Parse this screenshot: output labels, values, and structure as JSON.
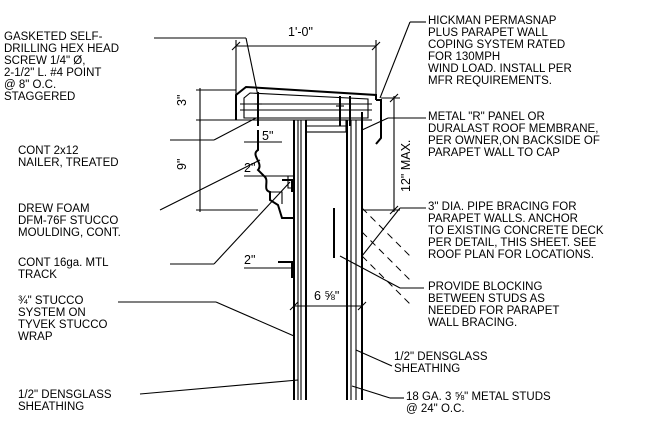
{
  "notes": {
    "screw": [
      "GASKETED SELF-",
      "DRILLING HEX HEAD",
      "SCREW 1/4\" Ø,",
      "2-1/2\" L. #4 POINT",
      "@ 8\" O.C.",
      "STAGGERED"
    ],
    "nailer": [
      "CONT 2x12",
      "NAILER, TREATED"
    ],
    "foam": [
      "DREW FOAM",
      "DFM-76F STUCCO",
      "MOULDING, CONT."
    ],
    "track": [
      "CONT 16ga. MTL",
      "TRACK"
    ],
    "stucco": [
      "¾\" STUCCO",
      "SYSTEM ON",
      "TYVEK STUCCO",
      "WRAP"
    ],
    "densglass_left": [
      "1/2\" DENSGLASS",
      "SHEATHING"
    ],
    "coping": [
      "HICKMAN PERMASNAP",
      "PLUS PARAPET WALL",
      "COPING SYSTEM RATED",
      "FOR 130MPH",
      "WIND LOAD. INSTALL PER",
      "MFR REQUIREMENTS."
    ],
    "panel": [
      "METAL \"R\" PANEL OR",
      "DURALAST ROOF MEMBRANE,",
      "PER OWNER,ON BACKSIDE OF",
      "PARAPET WALL TO CAP"
    ],
    "pipe": [
      "3\" DIA. PIPE BRACING FOR",
      "PARAPET WALLS. ANCHOR",
      "TO EXISTING CONCRETE DECK",
      "PER DETAIL, THIS SHEET. SEE",
      "ROOF PLAN FOR LOCATIONS."
    ],
    "blocking": [
      "PROVIDE BLOCKING",
      "BETWEEN STUDS AS",
      "NEEDED FOR PARAPET",
      "WALL BRACING."
    ],
    "densglass_right": [
      "1/2\" DENSGLASS",
      "SHEATHING"
    ],
    "studs": [
      "18 GA. 3 ⅝\" METAL STUDS",
      "@ 24\" O.C."
    ]
  },
  "dimensions": {
    "top_width": "1'-0\"",
    "cap_height": "3\"",
    "moulding_height": "9\"",
    "nailer_offset": "5\"",
    "upper_gap": "2\"",
    "lower_gap": "2\"",
    "stud_width": "6 ⅝\"",
    "max_height": "12\" MAX."
  }
}
